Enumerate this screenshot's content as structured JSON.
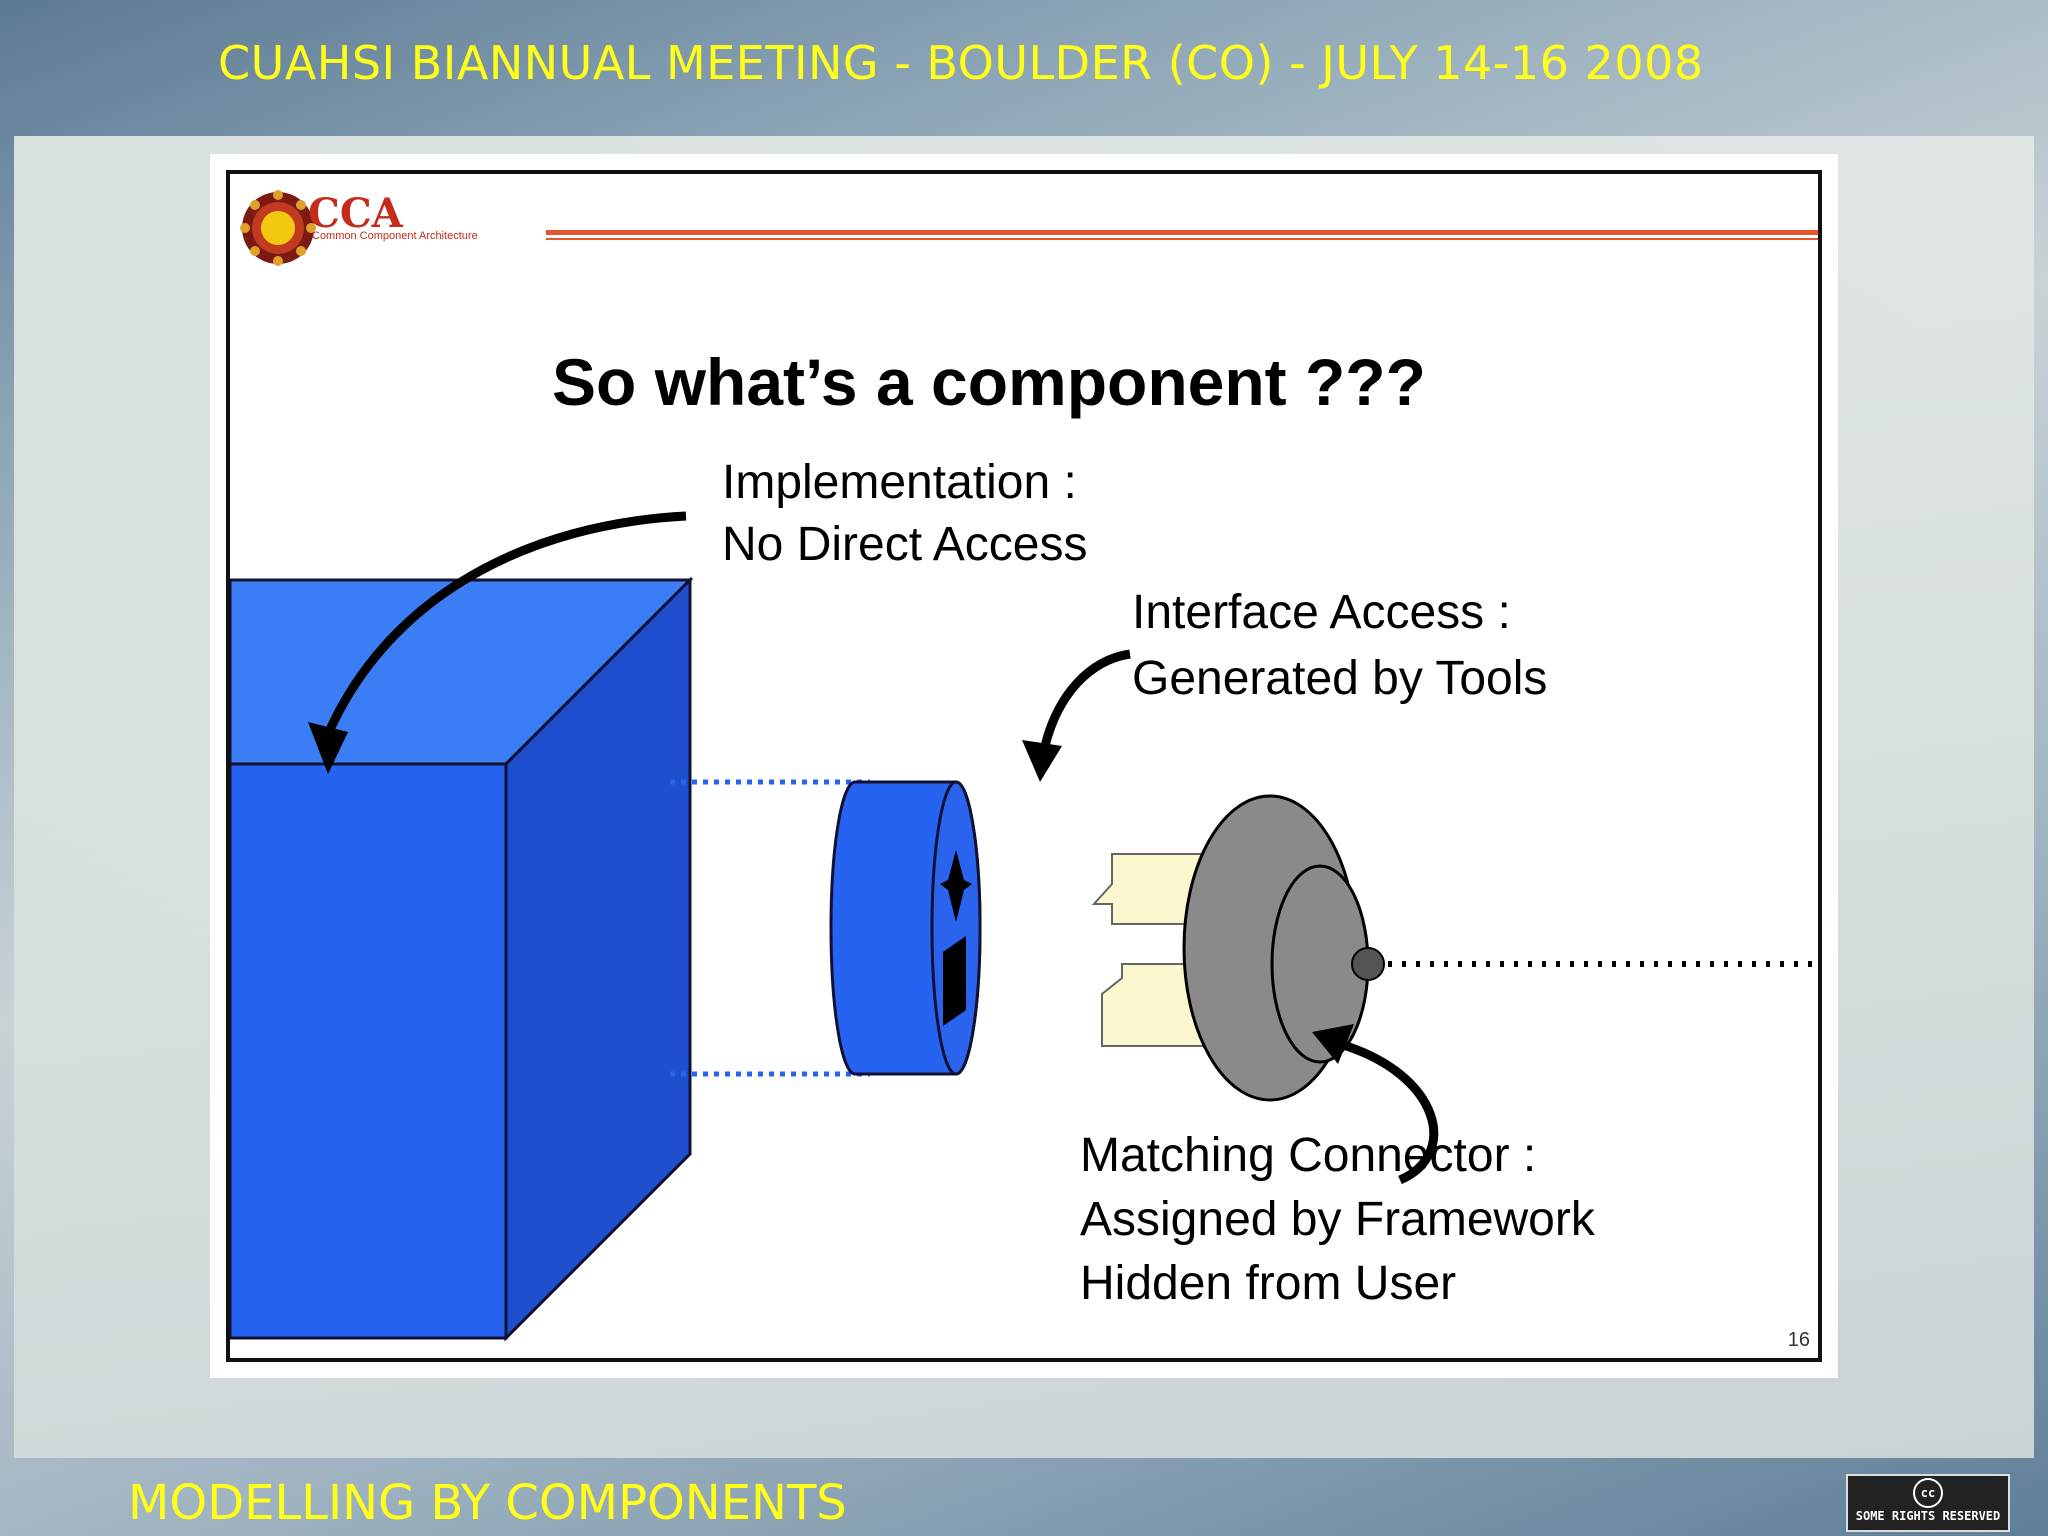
{
  "presentation": {
    "header_title": "CUAHSI BIANNUAL MEETING - BOULDER (CO) - JULY 14-16 2008",
    "footer_title": "MODELLING BY COMPONENTS"
  },
  "slide": {
    "logo_title": "CCA",
    "logo_subtitle": "Common Component Architecture",
    "heading": "So what’s a component ???",
    "labels": {
      "implementation": [
        "Implementation :",
        "No Direct Access"
      ],
      "interface": [
        "Interface Access :",
        "Generated by Tools"
      ],
      "connector": [
        "Matching Connector :",
        "Assigned by Framework",
        "Hidden from User"
      ]
    },
    "page_number": "16"
  },
  "license_badge": {
    "icon": "cc",
    "text": "SOME RIGHTS RESERVED"
  },
  "colors": {
    "title_yellow": "#ffff1a",
    "cca_red": "#c62a1a",
    "component_blue": "#2563f0",
    "connector_gray": "#8a8a8a",
    "port_cream": "#fbf7cf"
  }
}
